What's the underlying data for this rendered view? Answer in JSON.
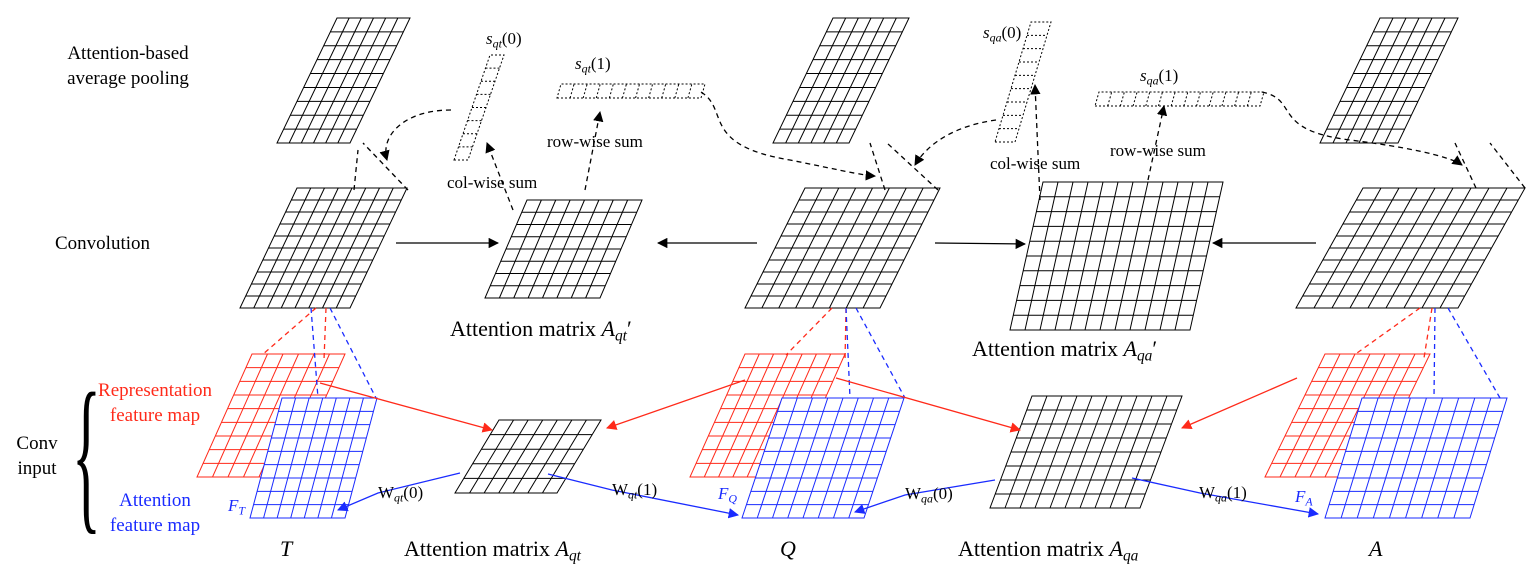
{
  "row_labels": {
    "pool_line1": "Attention-based",
    "pool_line2": "average pooling",
    "convolution": "Convolution",
    "conv_input_line1": "Conv",
    "conv_input_line2": "input"
  },
  "legend": {
    "rep_line1": "Representation",
    "rep_line2": "feature map",
    "att_line1": "Attention",
    "att_line2": "feature map"
  },
  "ops": {
    "col_sum": "col-wise sum",
    "row_sum": "row-wise sum"
  },
  "attention_labels": {
    "prefix": "Attention matrix",
    "A": "A",
    "qt": "qt",
    "qa": "qa",
    "prime": "′"
  },
  "sum_labels": {
    "s": "s",
    "zero": "(0)",
    "one": "(1)"
  },
  "weight_labels": {
    "W": "W",
    "zero": "(0)",
    "one": "(1)"
  },
  "feature_labels": {
    "F": "F",
    "T": "T",
    "Q": "Q",
    "A": "A"
  },
  "inputs": {
    "T": "T",
    "Q": "Q",
    "A": "A"
  },
  "colors": {
    "representation": "#ff2a1a",
    "attention": "#1a2bff",
    "line": "#000000"
  }
}
